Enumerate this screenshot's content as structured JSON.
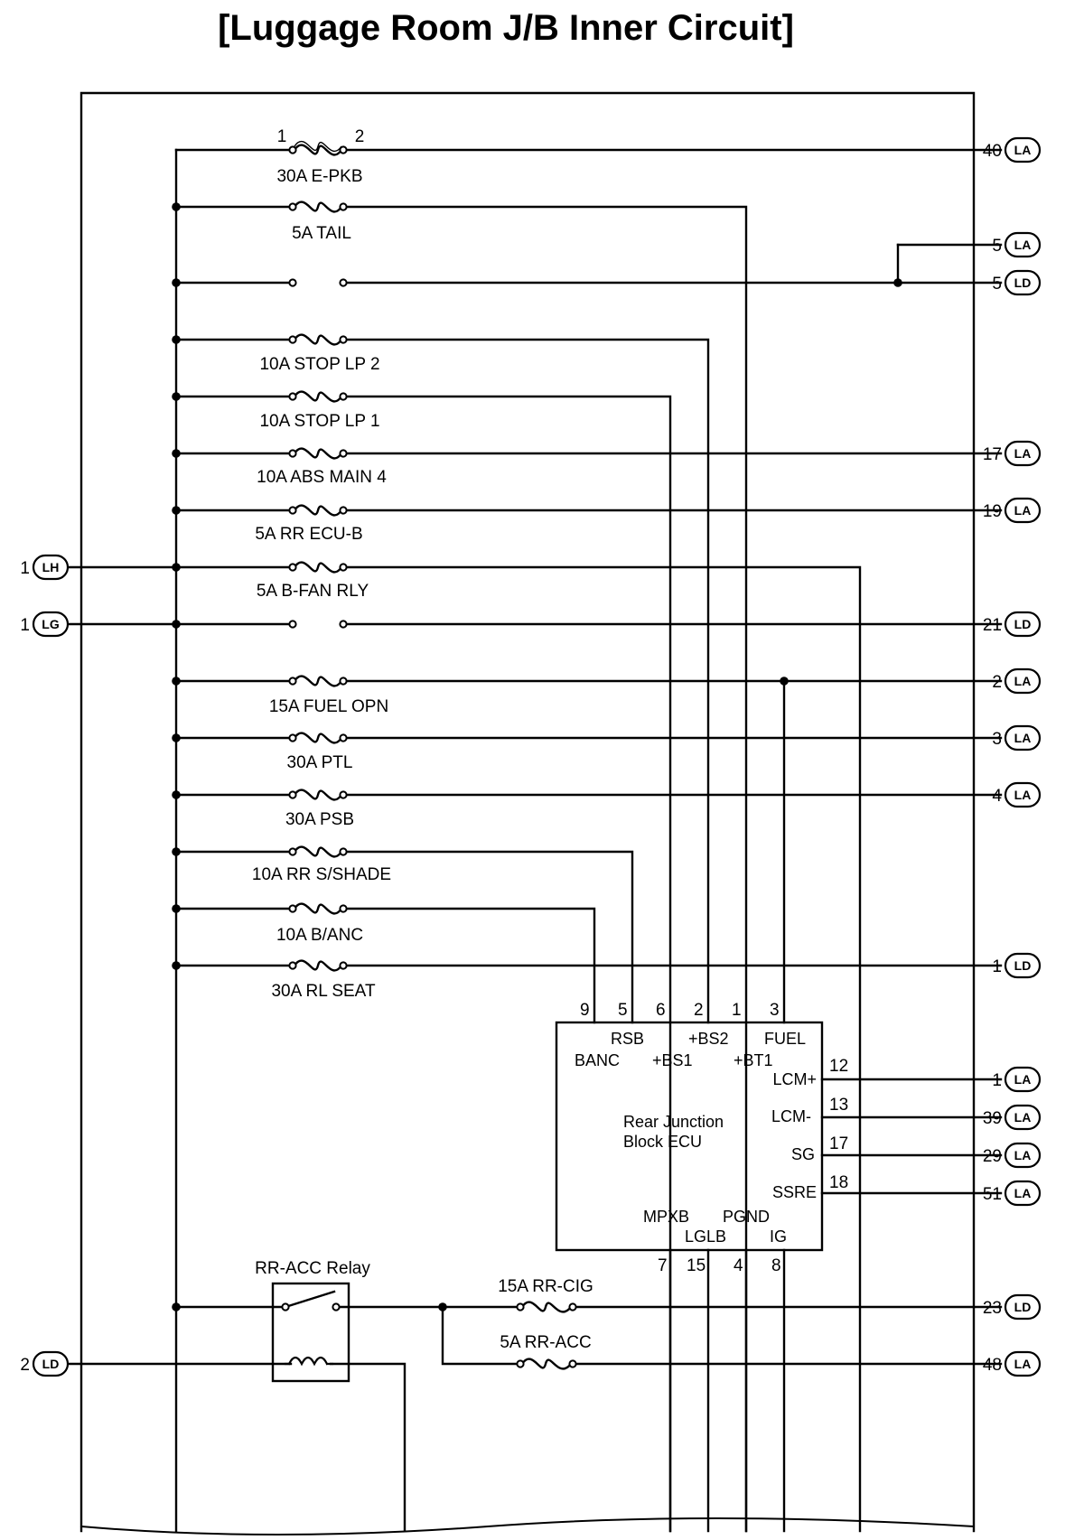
{
  "title": "[Luggage Room J/B Inner Circuit]",
  "fuses": [
    {
      "id": "epkb",
      "label": "30A E-PKB",
      "pin_left": "1",
      "pin_right": "2"
    },
    {
      "id": "tail",
      "label": "5A TAIL"
    },
    {
      "id": "link",
      "label": ""
    },
    {
      "id": "stoplp2",
      "label": "10A STOP LP 2"
    },
    {
      "id": "stoplp1",
      "label": "10A STOP LP 1"
    },
    {
      "id": "absmain4",
      "label": "10A ABS MAIN 4"
    },
    {
      "id": "rrecub",
      "label": "5A RR ECU-B"
    },
    {
      "id": "bfanrly",
      "label": "5A B-FAN RLY"
    },
    {
      "id": "link2",
      "label": ""
    },
    {
      "id": "fuelopn",
      "label": "15A FUEL OPN"
    },
    {
      "id": "ptl",
      "label": "30A PTL"
    },
    {
      "id": "psb",
      "label": "30A PSB"
    },
    {
      "id": "rrsshade",
      "label": "10A RR S/SHADE"
    },
    {
      "id": "banc",
      "label": "10A B/ANC"
    },
    {
      "id": "rlseat",
      "label": "30A RL SEAT"
    },
    {
      "id": "rrcig",
      "label": "15A RR-CIG"
    },
    {
      "id": "rracc",
      "label": "5A RR-ACC"
    }
  ],
  "connectors": {
    "left": [
      {
        "pin": "1",
        "code": "LH"
      },
      {
        "pin": "1",
        "code": "LG"
      },
      {
        "pin": "2",
        "code": "LD"
      }
    ],
    "right": [
      {
        "pin": "40",
        "code": "LA"
      },
      {
        "pin": "5",
        "code": "LA"
      },
      {
        "pin": "5",
        "code": "LD"
      },
      {
        "pin": "17",
        "code": "LA"
      },
      {
        "pin": "19",
        "code": "LA"
      },
      {
        "pin": "21",
        "code": "LD"
      },
      {
        "pin": "2",
        "code": "LA"
      },
      {
        "pin": "3",
        "code": "LA"
      },
      {
        "pin": "4",
        "code": "LA"
      },
      {
        "pin": "1",
        "code": "LD"
      },
      {
        "pin": "1",
        "code": "LA"
      },
      {
        "pin": "39",
        "code": "LA"
      },
      {
        "pin": "29",
        "code": "LA"
      },
      {
        "pin": "51",
        "code": "LA"
      },
      {
        "pin": "23",
        "code": "LD"
      },
      {
        "pin": "48",
        "code": "LA"
      }
    ]
  },
  "ecu": {
    "name_line1": "Rear Junction",
    "name_line2": "Block ECU",
    "top_pins": [
      "9",
      "5",
      "6",
      "2",
      "1",
      "3"
    ],
    "top_labels_row1": [
      "RSB",
      "+BS2",
      "FUEL"
    ],
    "top_labels_row2": [
      "BANC",
      "+BS1",
      "+BT1"
    ],
    "right_pins": [
      "12",
      "13",
      "17",
      "18"
    ],
    "right_labels": [
      "LCM+",
      "LCM-",
      "SG",
      "SSRE"
    ],
    "bottom_labels_row1": [
      "MPXB",
      "PGND"
    ],
    "bottom_labels_row2": [
      "LGLB",
      "IG"
    ],
    "bottom_pins": [
      "7",
      "15",
      "4",
      "8"
    ]
  },
  "relay": {
    "label": "RR-ACC Relay"
  }
}
